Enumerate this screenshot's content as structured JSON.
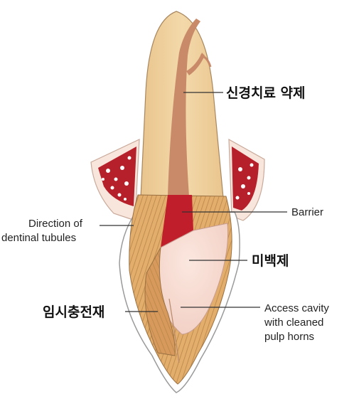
{
  "labels": {
    "root_canal_medicament": "신경치료 약제",
    "barrier": "Barrier",
    "bleaching_agent": "미백제",
    "access_cavity": [
      "Access cavity",
      "with cleaned",
      "pulp horns"
    ],
    "dentinal_tubules": [
      "Direction of",
      "dentinal tubules"
    ],
    "temporary_filling": "임시충전재"
  },
  "colors": {
    "enamel": "#ffffff",
    "root_dentin": "#f3d9aa",
    "crown_dentin": "#e3ae6c",
    "tubule_lines": "#b8864a",
    "pulp_canal": "#c98a6a",
    "barrier": "#c01e2a",
    "bleaching_agent": "#f2cfc4",
    "temporary_filling": "#d79a5c",
    "gum": "#f8e6dc",
    "bone": "#b5202a",
    "leader_lines": "#333333"
  }
}
